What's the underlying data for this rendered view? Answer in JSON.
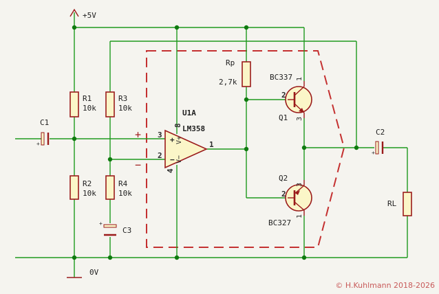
{
  "schematic": {
    "supply": {
      "label": "+5V"
    },
    "ground": {
      "label": "0V"
    },
    "opamp": {
      "ref": "U1A",
      "value": "LM358",
      "pins": {
        "noninv": "3",
        "inv": "2",
        "out": "1",
        "vpos": "8",
        "vneg": "4"
      },
      "pin_signs": {
        "noninv": "+",
        "inv": "−",
        "vpos": "V+",
        "vneg": "V−"
      },
      "input_marks": {
        "plus": "+",
        "minus": "−"
      }
    },
    "resistors": [
      {
        "ref": "R1",
        "value": "10k"
      },
      {
        "ref": "R2",
        "value": "10k"
      },
      {
        "ref": "R3",
        "value": "10k"
      },
      {
        "ref": "R4",
        "value": "10k"
      },
      {
        "ref": "Rp",
        "value": "2,7k"
      },
      {
        "ref": "RL",
        "value": ""
      }
    ],
    "capacitors": [
      {
        "ref": "C1"
      },
      {
        "ref": "C2"
      },
      {
        "ref": "C3"
      }
    ],
    "transistors": [
      {
        "ref": "Q1",
        "value": "BC337",
        "pins": {
          "b": "2",
          "c": "1",
          "e": "3"
        }
      },
      {
        "ref": "Q2",
        "value": "BC327",
        "pins": {
          "b": "2",
          "e": "3",
          "c": "1"
        }
      }
    ],
    "copyright": "© H.Kuhlmann 2018-2026"
  },
  "colors": {
    "wire": "#1e9a1e",
    "junction": "#0f7a0f",
    "component": "#9a1a1a",
    "component_fill": "#fbf6c8",
    "dashed_outline": "#c43030",
    "background": "#f5f4ef"
  }
}
